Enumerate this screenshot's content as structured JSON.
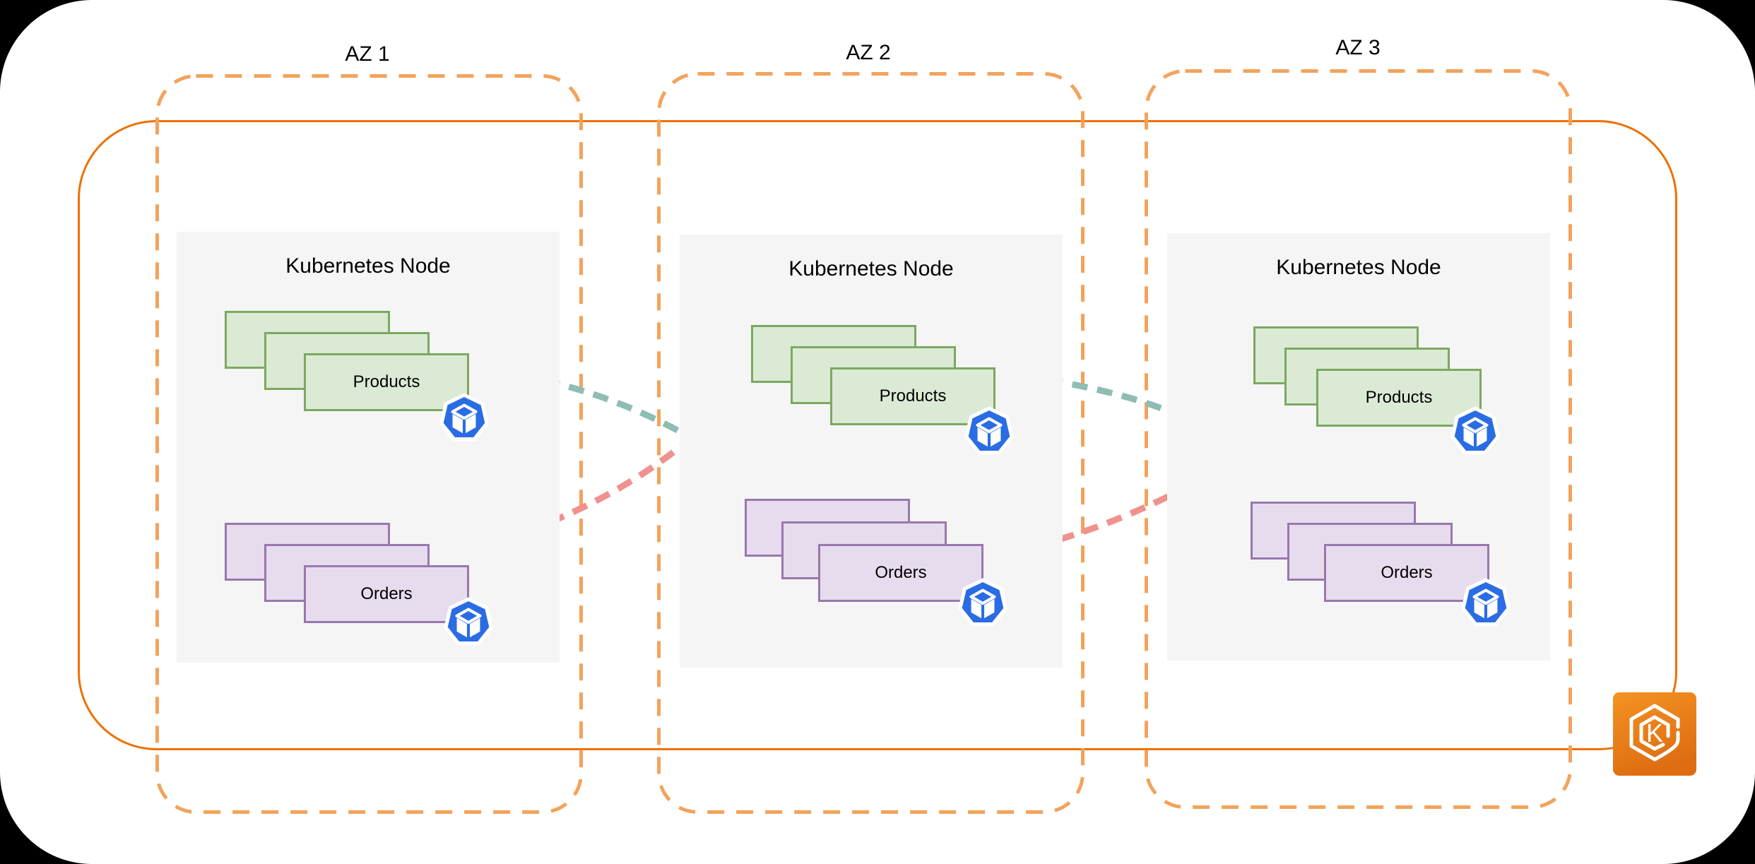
{
  "diagram": {
    "zones": [
      {
        "label": "AZ 1",
        "node_title": "Kubernetes Node",
        "pods": [
          {
            "label": "Products"
          },
          {
            "label": "Orders"
          }
        ]
      },
      {
        "label": "AZ 2",
        "node_title": "Kubernetes Node",
        "pods": [
          {
            "label": "Products"
          },
          {
            "label": "Orders"
          }
        ]
      },
      {
        "label": "AZ 3",
        "node_title": "Kubernetes Node",
        "pods": [
          {
            "label": "Products"
          },
          {
            "label": "Orders"
          }
        ]
      }
    ],
    "connections": [
      {
        "from": "AZ 1 Products",
        "to": "AZ 2 Orders",
        "color": "#8FBCB3",
        "style": "dashed"
      },
      {
        "from": "AZ 1 Orders",
        "to": "AZ 2 Products",
        "color": "#F0918E",
        "style": "dashed"
      },
      {
        "from": "AZ 2 Products",
        "to": "AZ 3 Orders",
        "color": "#8FBCB3",
        "style": "dashed"
      },
      {
        "from": "AZ 2 Orders",
        "to": "AZ 3 Products",
        "color": "#F0918E",
        "style": "dashed"
      }
    ],
    "cluster": {
      "border_color": "#ED7100",
      "az_border_color": "#F2A35C",
      "logo_letter": "K"
    },
    "colors": {
      "background": "#000000",
      "surface": "#FFFFFF",
      "node_fill": "#F5F5F5",
      "pod_green_fill": "#DBEAD4",
      "pod_green_border": "#7CA861",
      "pod_purple_fill": "#E7DCEE",
      "pod_purple_border": "#9878AE",
      "kubernetes_blue": "#2A6CE4",
      "teal_arrow": "#8FBCB3",
      "pink_arrow": "#F0918E",
      "eks_gradient_top": "#F49322",
      "eks_gradient_bottom": "#DE6D12"
    }
  }
}
